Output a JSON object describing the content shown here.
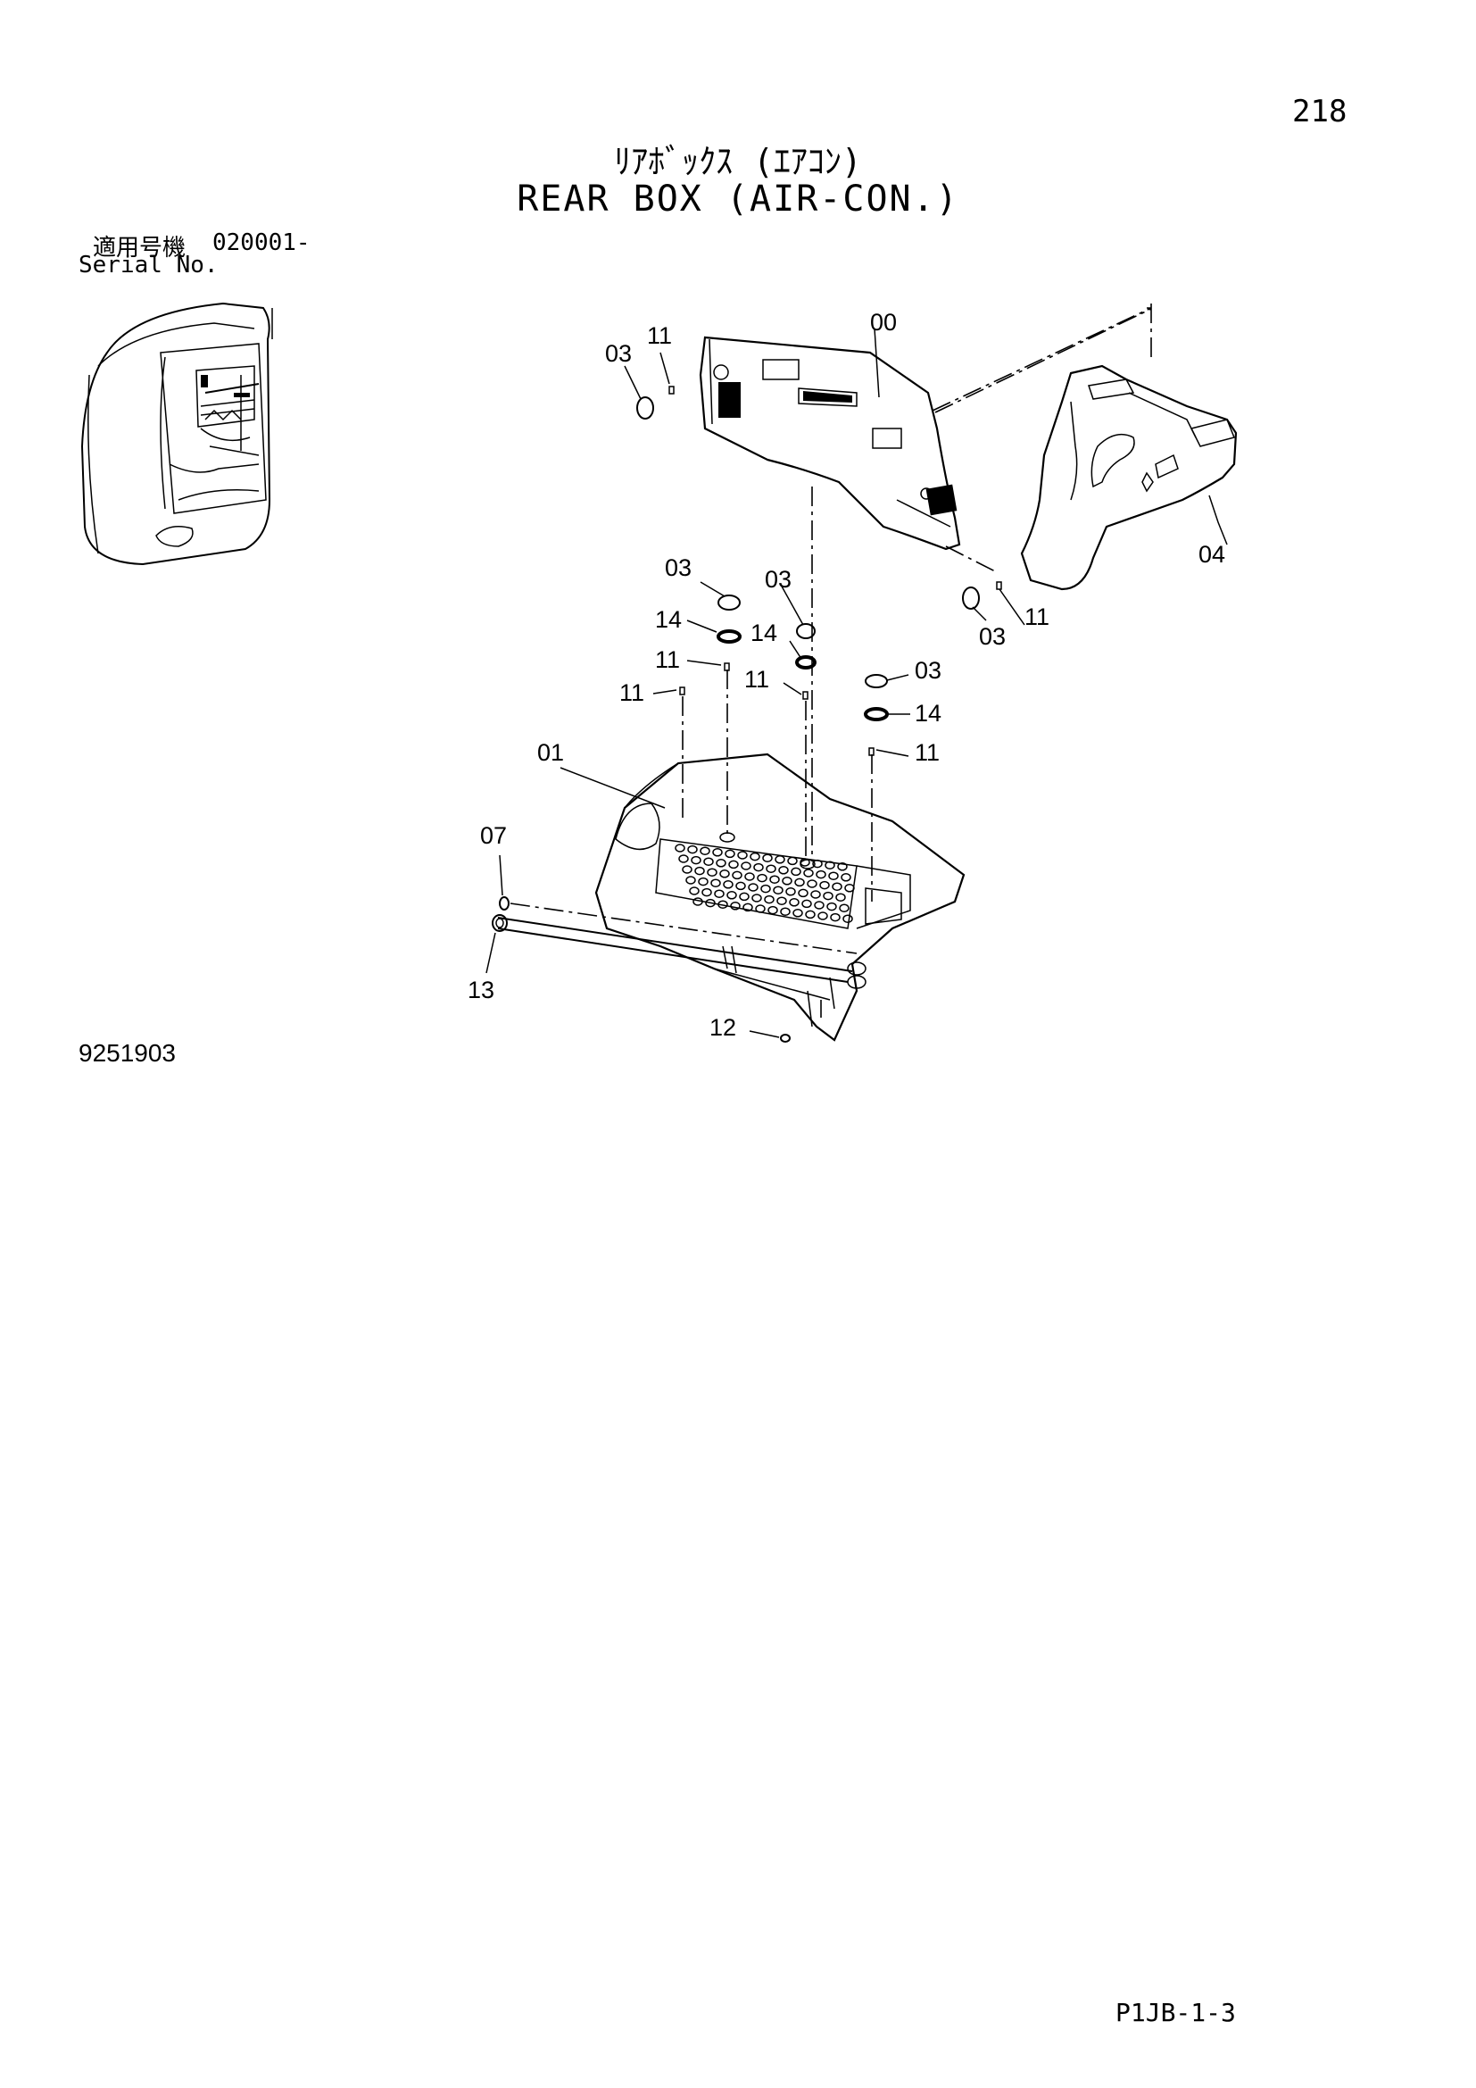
{
  "page_number": "218",
  "title_jp": "ﾘｱﾎﾞｯｸｽ (ｴｱｺﾝ)",
  "title_en": "REAR BOX (AIR-CON.)",
  "serial": {
    "label_jp": "適用号機",
    "value": "020001-",
    "label_en": "Serial No."
  },
  "part_labels": {
    "p00": "00",
    "p01": "01",
    "p03": "03",
    "p04": "04",
    "p07": "07",
    "p11": "11",
    "p12": "12",
    "p13": "13",
    "p14": "14"
  },
  "figure_id": "9251903",
  "page_code": "P1JB-1-3"
}
